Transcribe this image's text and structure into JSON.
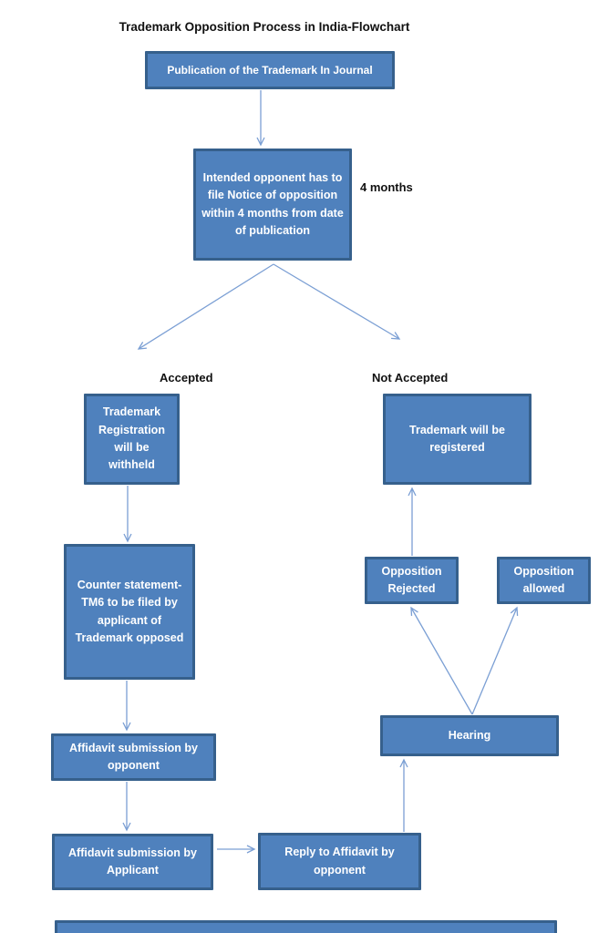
{
  "title": "Trademark Opposition Process in India-Flowchart",
  "colors": {
    "node_fill": "#4f81bd",
    "node_border": "#36608c",
    "node_text": "#ffffff",
    "arrow": "#7b9fd4",
    "label_text": "#111111",
    "background": "#ffffff"
  },
  "nodes": {
    "publication": {
      "label": "Publication of the Trademark In Journal"
    },
    "notice": {
      "label": "Intended opponent has to file Notice of opposition within 4 months from date of publication"
    },
    "withheld": {
      "label": "Trademark Registration will be withheld"
    },
    "counter": {
      "label": "Counter statement-TM6 to be filed by applicant of Trademark opposed"
    },
    "affidavit_opponent": {
      "label": "Affidavit submission by opponent"
    },
    "affidavit_applicant": {
      "label": "Affidavit submission by Applicant"
    },
    "reply": {
      "label": "Reply to Affidavit by opponent"
    },
    "hearing": {
      "label": "Hearing"
    },
    "opposition_rejected": {
      "label": "Opposition Rejected"
    },
    "opposition_allowed": {
      "label": "Opposition allowed"
    },
    "registered": {
      "label": "Trademark will be registered"
    }
  },
  "annotations": {
    "four_months": "4 months",
    "accepted": "Accepted",
    "not_accepted": "Not Accepted"
  },
  "edges": [
    {
      "from": "publication",
      "to": "notice"
    },
    {
      "from": "notice",
      "to": "withheld",
      "branch": "Accepted"
    },
    {
      "from": "notice",
      "to": "registered",
      "branch": "Not Accepted"
    },
    {
      "from": "withheld",
      "to": "counter"
    },
    {
      "from": "counter",
      "to": "affidavit_opponent"
    },
    {
      "from": "affidavit_opponent",
      "to": "affidavit_applicant"
    },
    {
      "from": "affidavit_applicant",
      "to": "reply"
    },
    {
      "from": "reply",
      "to": "hearing"
    },
    {
      "from": "hearing",
      "to": "opposition_rejected"
    },
    {
      "from": "hearing",
      "to": "opposition_allowed"
    },
    {
      "from": "opposition_rejected",
      "to": "registered"
    }
  ]
}
